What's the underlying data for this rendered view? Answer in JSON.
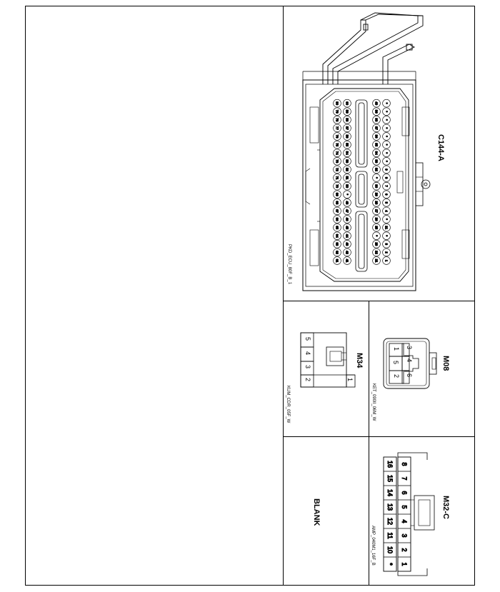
{
  "connectors": {
    "c144a": {
      "title": "C144-A",
      "part": "PKD_ECU_80F_B_1"
    },
    "m08": {
      "title": "M08",
      "part": "KET_090II_06M_W",
      "pins": [
        "1",
        "2",
        "3",
        "4",
        "5",
        "6"
      ]
    },
    "m34": {
      "title": "M34",
      "part": "KUM_CDR_05F_W",
      "pins": [
        "1",
        "2",
        "3",
        "4",
        "5"
      ]
    },
    "m32c": {
      "title": "M32-C",
      "part": "AMP_040M1_16F_B",
      "pins_top": [
        "1",
        "2",
        "3",
        "4",
        "5",
        "6",
        "7",
        "8"
      ],
      "pins_bottom": [
        "*",
        "10",
        "11",
        "12",
        "13",
        "14",
        "15",
        "16"
      ]
    },
    "blank": {
      "title": "BLANK"
    }
  },
  "c144a_pin_rows": [
    [
      "1",
      "2",
      "3",
      "*",
      "21",
      "*",
      "4",
      "5",
      "6",
      "7",
      "8",
      "9",
      "*",
      "*",
      "*",
      "*",
      "*",
      "*",
      "*",
      "*",
      "*",
      "*",
      "*",
      "18",
      "*",
      "20"
    ],
    [
      "21",
      "22",
      "23",
      "*",
      "25",
      "26",
      "27",
      "28",
      "29",
      "30",
      "*",
      "32",
      "33",
      "34",
      "35",
      "36",
      "37",
      "38",
      "39",
      "40"
    ],
    [
      "41",
      "42",
      "43",
      "44",
      "45",
      "46",
      "47",
      "48",
      "*",
      "50",
      "51",
      "52",
      "53",
      "54",
      "55",
      "56",
      "57",
      "58",
      "59",
      "60"
    ],
    [
      "61",
      "62",
      "63",
      "64",
      "65",
      "66",
      "67",
      "68",
      "69",
      "70",
      "71",
      "72",
      "73",
      "74",
      "75",
      "76",
      "77",
      "78",
      "79",
      "80"
    ]
  ]
}
